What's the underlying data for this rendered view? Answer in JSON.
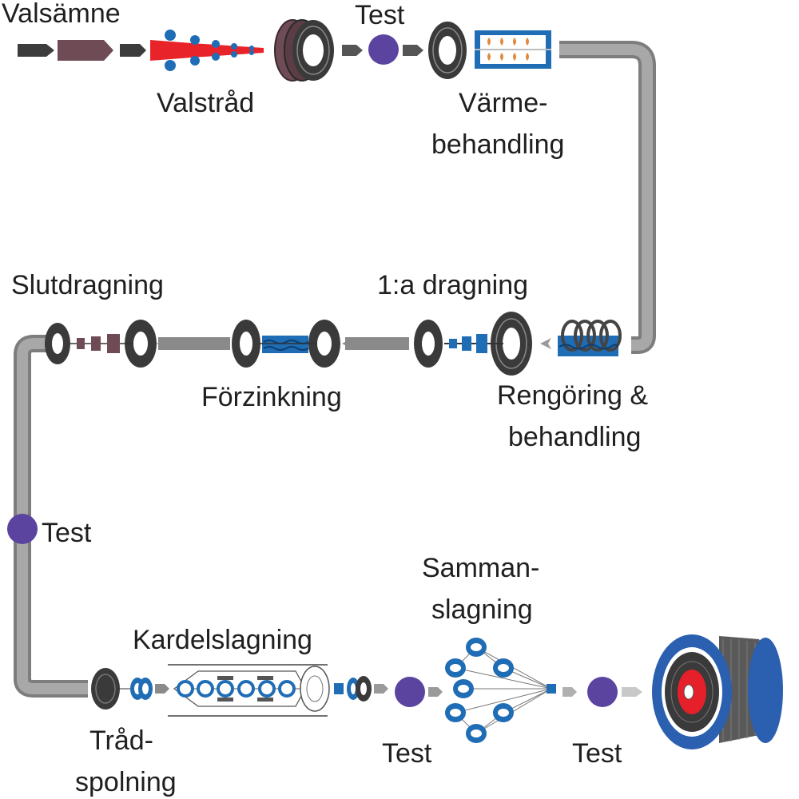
{
  "labels": {
    "valsamne": "Valsämne",
    "valstrad": "Valstråd",
    "test_top": "Test",
    "varme_1": "Värme-",
    "varme_2": "behandling",
    "forsta_dragning": "1:a dragning",
    "slutdragning": "Slutdragning",
    "forzinkning": "Förzinkning",
    "rengoring_1": "Rengöring &",
    "rengoring_2": "behandling",
    "test_left": "Test",
    "kardel": "Kardelslagning",
    "samman_1": "Samman-",
    "samman_2": "slagning",
    "trad_1": "Tråd-",
    "trad_2": "spolning",
    "test_bottom_1": "Test",
    "test_bottom_2": "Test"
  },
  "colors": {
    "pipe": "#8e8e8e",
    "arrow": "#4a4a4a",
    "test_circle": "#5b44a0",
    "blue": "#1f6db5",
    "red": "#e8242a",
    "billet": "#6e4b55",
    "coil": "#3a3a3a",
    "reel_blue": "#2b5fb0",
    "reel_red": "#e5202a"
  },
  "icons": [
    "billet-icon",
    "rolling-mill-icon",
    "coil-icon",
    "test-icon",
    "furnace-icon",
    "cleaning-bath-icon",
    "drawing-die-icon",
    "zinc-bath-icon",
    "stranding-machine-icon",
    "closing-machine-icon",
    "cable-reel-icon"
  ]
}
